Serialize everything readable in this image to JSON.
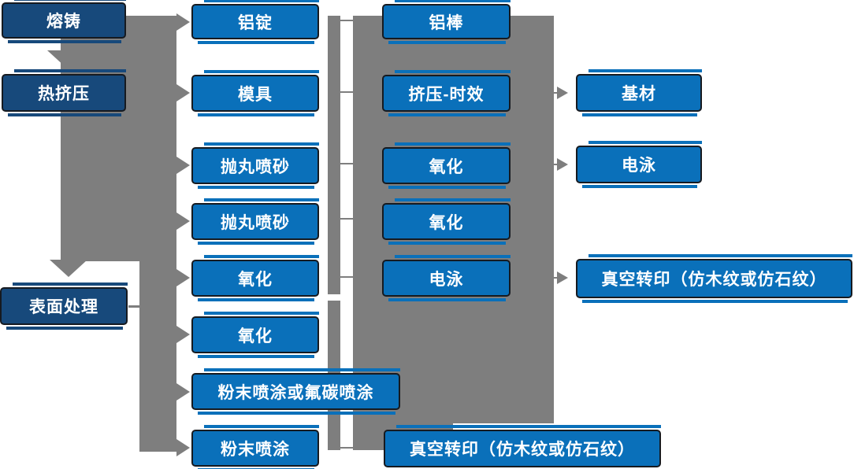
{
  "diagram_type": "process-flowchart",
  "colors": {
    "node_blue": "#0a70ba",
    "node_dark_blue": "#17497b",
    "connector_gray": "#7e7e7e",
    "node_border": "#161a20",
    "node_text": "#ffffff",
    "background": "#ffffff"
  },
  "nodes": [
    {
      "id": "melting-casting",
      "label": "熔铸"
    },
    {
      "id": "hot-extrusion",
      "label": "热挤压"
    },
    {
      "id": "surface-treatment",
      "label": "表面处理"
    },
    {
      "id": "aluminum-ingot",
      "label": "铝锭"
    },
    {
      "id": "mold",
      "label": "模具"
    },
    {
      "id": "shot-blasting-sandblasting-1",
      "label": "抛丸喷砂"
    },
    {
      "id": "shot-blasting-sandblasting-2",
      "label": "抛丸喷砂"
    },
    {
      "id": "oxidation-1",
      "label": "氧化"
    },
    {
      "id": "oxidation-2",
      "label": "氧化"
    },
    {
      "id": "powder-or-fluorocarbon-coating",
      "label": "粉末喷涂或氟碳喷涂"
    },
    {
      "id": "powder-coating",
      "label": "粉末喷涂"
    },
    {
      "id": "aluminum-rod",
      "label": "铝棒"
    },
    {
      "id": "extrusion-aging",
      "label": "挤压-时效"
    },
    {
      "id": "oxidation-3",
      "label": "氧化"
    },
    {
      "id": "oxidation-4",
      "label": "氧化"
    },
    {
      "id": "electrophoresis-1",
      "label": "电泳"
    },
    {
      "id": "vacuum-transfer-print-1",
      "label": "真空转印（仿木纹或仿石纹）"
    },
    {
      "id": "base-material",
      "label": "基材"
    },
    {
      "id": "electrophoresis-2",
      "label": "电泳"
    },
    {
      "id": "vacuum-transfer-print-2",
      "label": "真空转印（仿木纹或仿石纹）"
    }
  ]
}
